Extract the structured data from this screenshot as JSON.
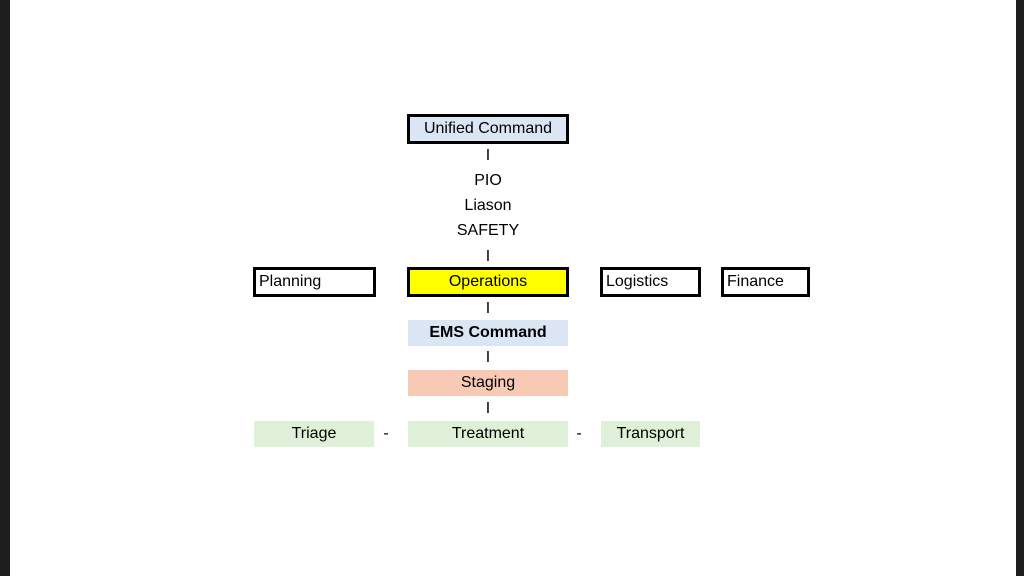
{
  "colors": {
    "unified_command_fill": "#dbe6f4",
    "operations_fill": "#ffff00",
    "ems_command_fill": "#dbe6f4",
    "staging_fill": "#f8c9b5",
    "branch_fill": "#dff0d8"
  },
  "diagram": {
    "unified_command": "Unified Command",
    "connector": "I",
    "staff": [
      "PIO",
      "Liason",
      "SAFETY"
    ],
    "sections": {
      "planning": "Planning",
      "operations": "Operations",
      "logistics": "Logistics",
      "finance": "Finance"
    },
    "ems_command": "EMS Command",
    "staging": "Staging",
    "branches": {
      "triage": "Triage",
      "treatment": "Treatment",
      "transport": "Transport"
    },
    "dash": "-"
  }
}
